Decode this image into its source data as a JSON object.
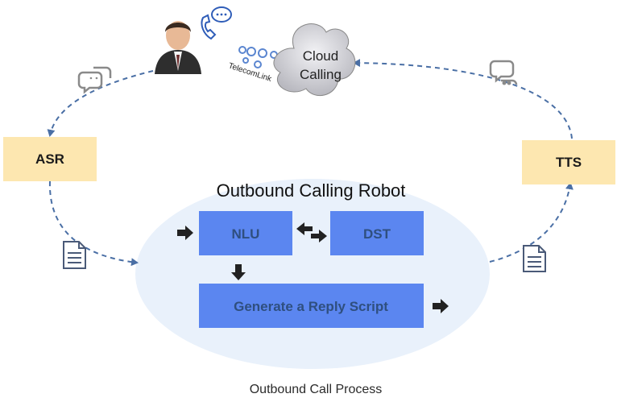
{
  "caption": "Outbound Call Process",
  "robot": {
    "title": "Outbound Calling Robot",
    "nlu": "NLU",
    "dst": "DST",
    "generate": "Generate a Reply Script"
  },
  "asr": "ASR",
  "tts": "TTS",
  "cloud": {
    "line1": "Cloud",
    "line2": "Calling"
  },
  "telecom_link": "TelecomLink",
  "colors": {
    "robot_bg": "#e9f1fb",
    "module_blue": "#5b86f0",
    "module_text": "#2f4f7f",
    "side_box": "#fde7b0",
    "arrow_dash": "#4a6fa5",
    "cloud_fill": "#dcdce0"
  }
}
